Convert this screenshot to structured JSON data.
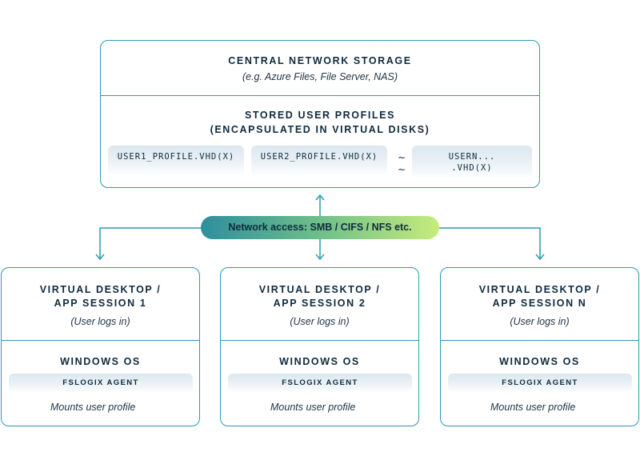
{
  "storage": {
    "title": "CENTRAL NETWORK STORAGE",
    "subtitle": "(e.g. Azure Files, File Server, NAS)",
    "profiles_title_1": "STORED USER PROFILES",
    "profiles_title_2": "(ENCAPSULATED IN VIRTUAL DISKS)",
    "files": [
      "USER1_PROFILE.VHD(X)",
      "USER2_PROFILE.VHD(X)"
    ],
    "fileN_line1": "USERN...",
    "fileN_line2": ".VHD(X)",
    "ellipsis": "~"
  },
  "network_label": "Network access: SMB / CIFS / NFS etc.",
  "sessions": [
    {
      "line1": "VIRTUAL DESKTOP /",
      "line2": "APP SESSION 1",
      "login": "(User logs in)",
      "os": "WINDOWS OS",
      "agent": "FSLOGIX AGENT",
      "mount": "Mounts user profile"
    },
    {
      "line1": "VIRTUAL DESKTOP /",
      "line2": "APP SESSION 2",
      "login": "(User logs in)",
      "os": "WINDOWS OS",
      "agent": "FSLOGIX AGENT",
      "mount": "Mounts user profile"
    },
    {
      "line1": "VIRTUAL DESKTOP /",
      "line2": "APP SESSION N",
      "login": "(User logs in)",
      "os": "WINDOWS OS",
      "agent": "FSLOGIX AGENT",
      "mount": "Mounts user profile"
    }
  ],
  "colors": {
    "border": "#2a9bb0",
    "text": "#0f2a3d",
    "pill_start": "#2e8e9d",
    "pill_end": "#c6ec7c"
  }
}
